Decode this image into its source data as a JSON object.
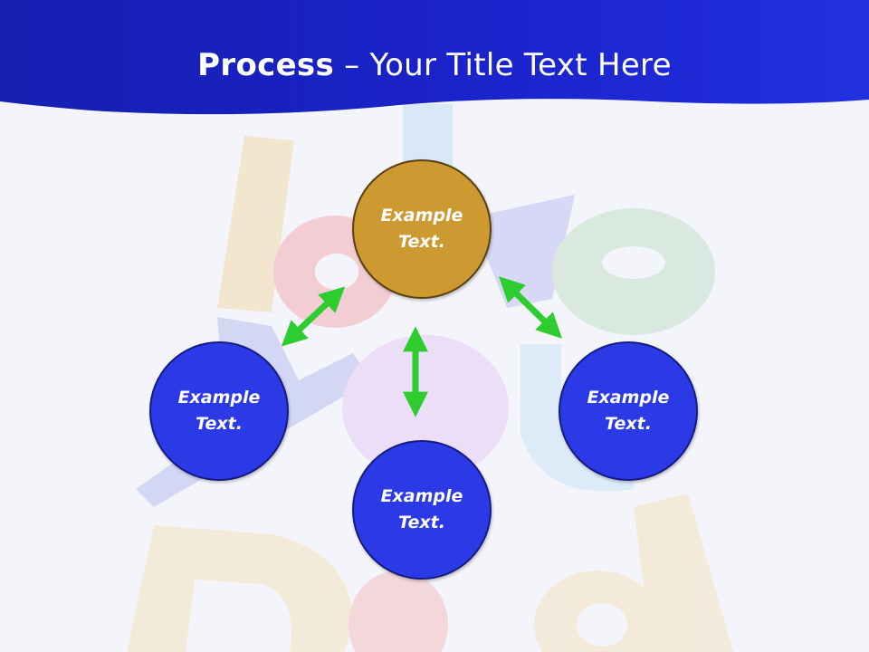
{
  "title": {
    "bold": "Process",
    "rest": " – Your Title Text Here"
  },
  "nodes": {
    "top": "Example Text.",
    "left": "Example Text.",
    "right": "Example Text.",
    "bottom": "Example Text."
  },
  "colors": {
    "header": "#1a22c8",
    "node_top": "#cc9a30",
    "node_other": "#2b3ae6",
    "arrow": "#2ecc2e"
  }
}
